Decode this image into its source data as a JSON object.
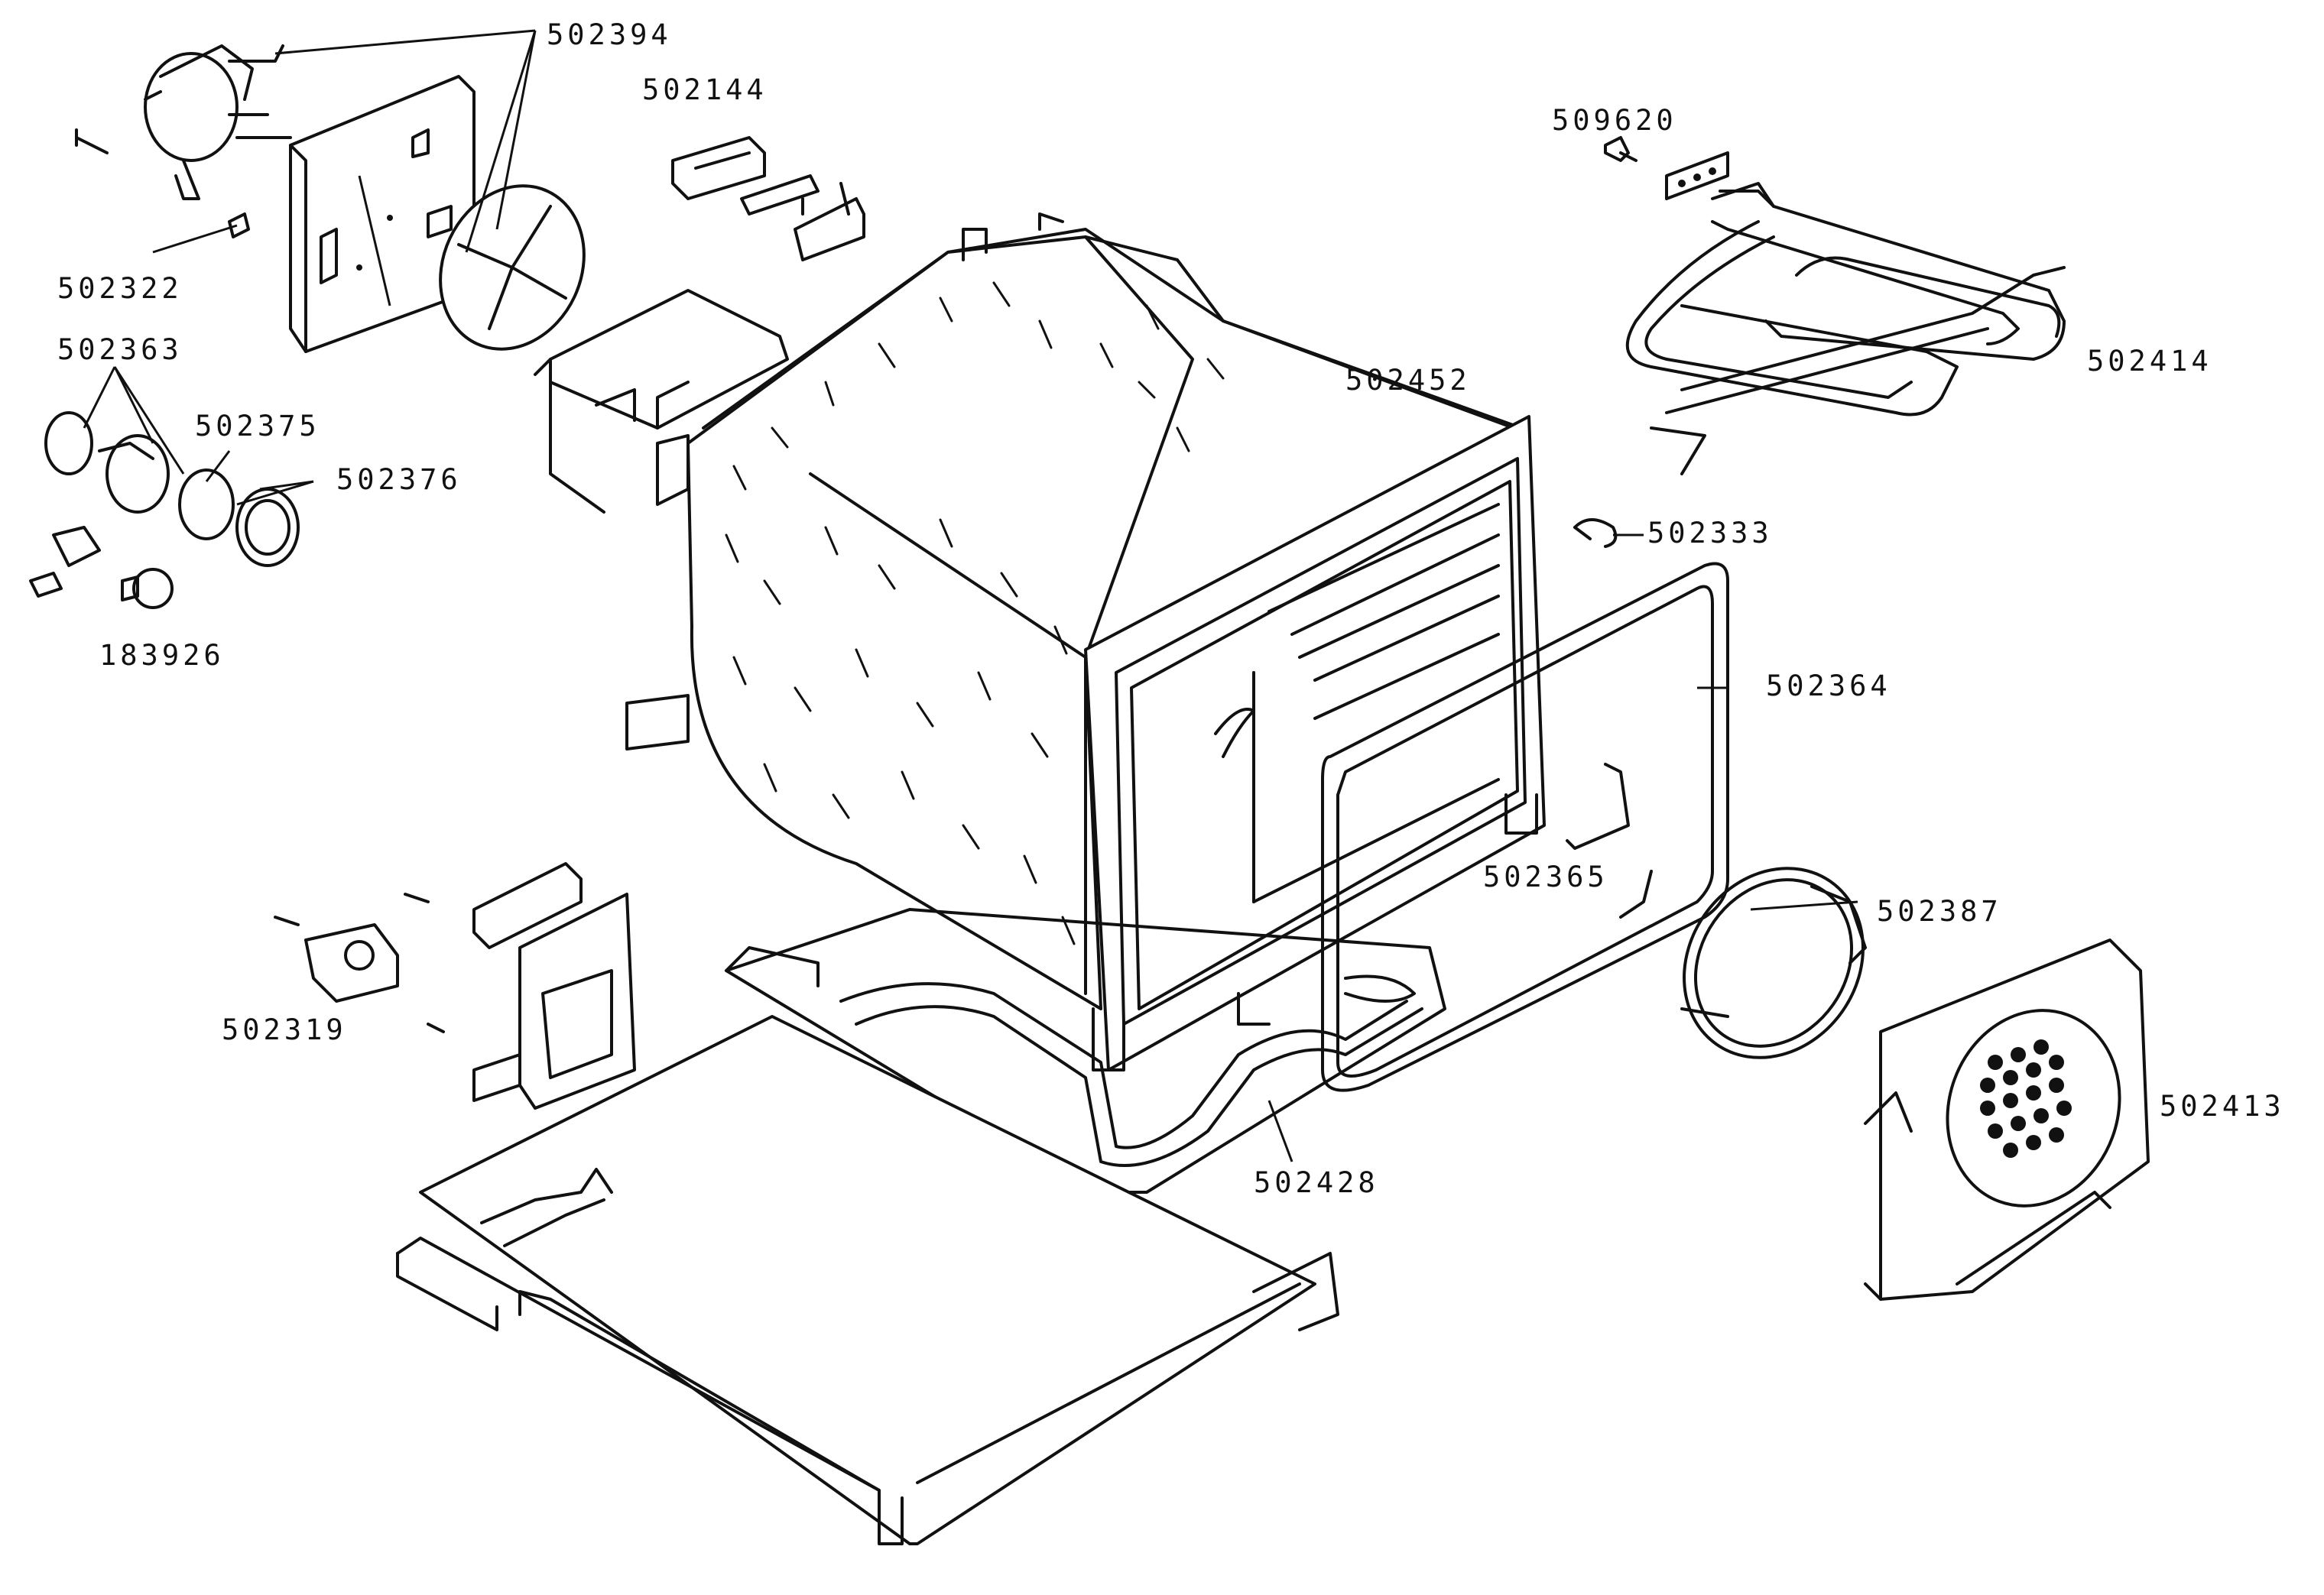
{
  "part_labels": [
    "502394",
    "502144",
    "509620",
    "502322",
    "502363",
    "502375",
    "502376",
    "183926",
    "502452",
    "502414",
    "502333",
    "502364",
    "502365",
    "502387",
    "502319",
    "502413",
    "502428"
  ],
  "colors": {
    "ink": "#111111",
    "paper": "#ffffff"
  }
}
